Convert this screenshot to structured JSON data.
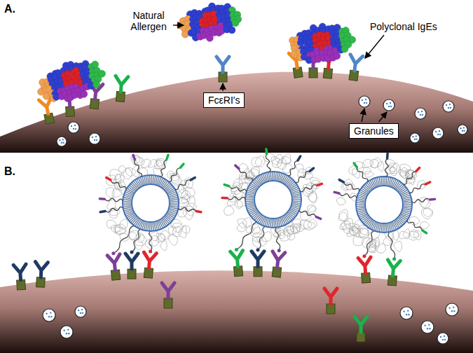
{
  "diagram": {
    "nodes": [
      {
        "text": [
          "FcεRI's"
        ]
      },
      {
        "text": [
          "Granules"
        ]
      }
    ],
    "labels": [
      "A.",
      "B.",
      "Natural Allergen",
      "Polyclonal IgEs"
    ]
  }
}
